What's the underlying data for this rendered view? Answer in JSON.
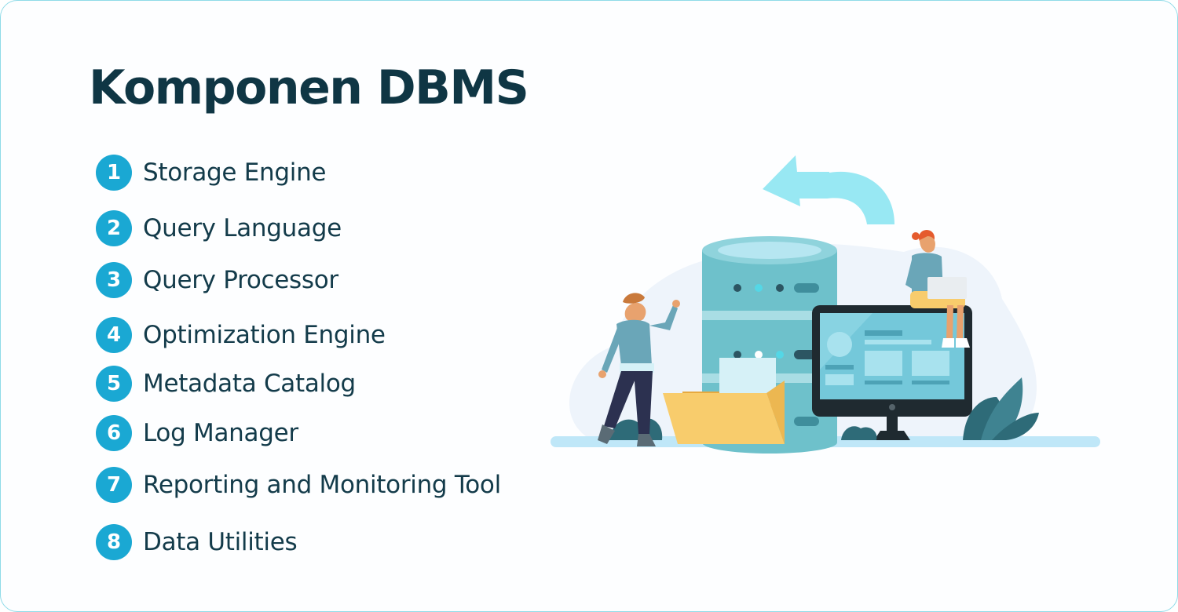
{
  "title": "Komponen DBMS",
  "items": [
    {
      "number": "1",
      "label": "Storage Engine"
    },
    {
      "number": "2",
      "label": "Query Language"
    },
    {
      "number": "3",
      "label": "Query Processor"
    },
    {
      "number": "4",
      "label": "Optimization Engine"
    },
    {
      "number": "5",
      "label": "Metadata Catalog"
    },
    {
      "number": "6",
      "label": "Log Manager"
    },
    {
      "number": "7",
      "label": "Reporting and Monitoring Tool"
    },
    {
      "number": "8",
      "label": "Data Utilities"
    }
  ],
  "colors": {
    "title": "#0f3644",
    "badge": "#1aa8d3",
    "label": "#133b4a",
    "border": "#8fdbe8",
    "database": "#6ec1cb",
    "arrow": "#98e8f3"
  },
  "illustration": {
    "icons": [
      "database-cylinder-icon",
      "curved-arrow-icon",
      "monitor-icon",
      "folder-icon",
      "person-waving-icon",
      "person-with-laptop-icon",
      "plant-icon"
    ]
  }
}
